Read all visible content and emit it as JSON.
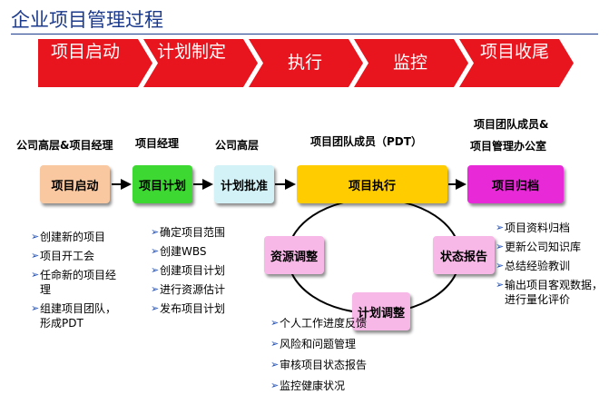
{
  "title": "企业项目管理过程",
  "phases": [
    "项目启动",
    "计划制定",
    "执行",
    "监控",
    "项目收尾"
  ],
  "roles": {
    "initiation": "公司高层&项目经理",
    "planning": "项目经理",
    "approval": "公司高层",
    "execution": "项目团队成员（PDT）",
    "closing_line1": "项目团队成员&",
    "closing_line2": "项目管理办公室"
  },
  "boxes": {
    "initiation": "项目启动",
    "planning": "项目计划",
    "approval": "计划批准",
    "execution": "项目执行",
    "closing": "项目归档"
  },
  "cycle": {
    "resource": "资源调整",
    "status": "状态报告",
    "plan": "计划调整"
  },
  "lists": {
    "initiation": [
      "创建新的项目",
      "项目开工会",
      "任命新的项目经理",
      "组建项目团队，形成PDT"
    ],
    "planning": [
      "确定项目范围",
      "创建WBS",
      "创建项目计划",
      "进行资源估计",
      "发布项目计划"
    ],
    "monitoring": [
      "个人工作进度反馈",
      "风险和问题管理",
      "审核项目状态报告",
      "监控健康状况"
    ],
    "closing": [
      "项目资料归档",
      "更新公司知识库",
      "总结经验教训",
      "输出项目客观数据，进行量化评价"
    ]
  },
  "colors": {
    "chevron": "#e8141e",
    "initiation": "#f9c8a0",
    "planning": "#3dd832",
    "approval": "#d3f2f7",
    "execution": "#ffcc00",
    "closing": "#e829d8",
    "cycle_box": "#f7b8e8",
    "title": "#1b3a8c"
  },
  "icons": {
    "list_marker": "marker-arrow-icon"
  }
}
